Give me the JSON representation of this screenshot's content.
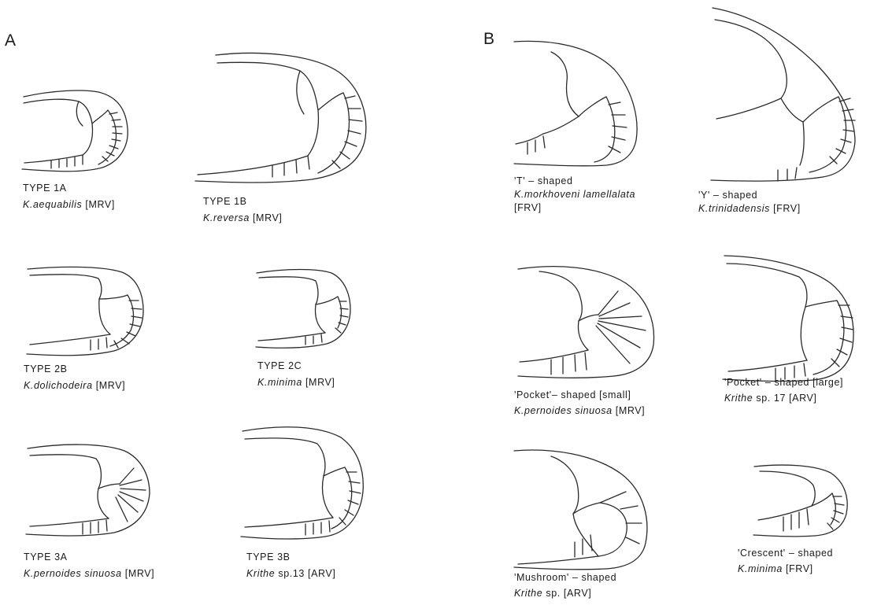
{
  "panels": [
    {
      "letter": "A",
      "figures": [
        {
          "type": "TYPE 1A",
          "species": "K.aequabilis",
          "valve": "[MRV]"
        },
        {
          "type": "TYPE 1B",
          "species": "K.reversa",
          "valve": "[MRV]"
        },
        {
          "type": "TYPE 2B",
          "species": "K.dolichodeira",
          "valve": "[MRV]"
        },
        {
          "type": "TYPE 2C",
          "species": "K.minima",
          "valve": "[MRV]"
        },
        {
          "type": "TYPE 3A",
          "species": "K.pernoides sinuosa",
          "valve": "[MRV]"
        },
        {
          "type": "TYPE 3B",
          "species": "Krithe",
          "species_rest": "sp.13",
          "valve": "[ARV]"
        }
      ]
    },
    {
      "letter": "B",
      "figures": [
        {
          "shape": "'T' – shaped",
          "species": "K.morkhoveni lamellalata",
          "valve": "[FRV]"
        },
        {
          "shape": "'Y' – shaped",
          "species": "K.trinidadensis",
          "valve": "[FRV]"
        },
        {
          "shape": "'Pocket'– shaped [small]",
          "species": "K.pernoides sinuosa",
          "valve": "[MRV]"
        },
        {
          "shape": "'Pocket' – shaped [large]",
          "species": "Krithe",
          "species_rest": "sp. 17",
          "valve": "[ARV]"
        },
        {
          "shape": "'Mushroom' – shaped",
          "species": "Krithe",
          "species_rest": "sp.",
          "valve": "[ARV]"
        },
        {
          "shape": "'Crescent' – shaped",
          "species": "K.minima",
          "valve": "[FRV]"
        }
      ]
    }
  ]
}
